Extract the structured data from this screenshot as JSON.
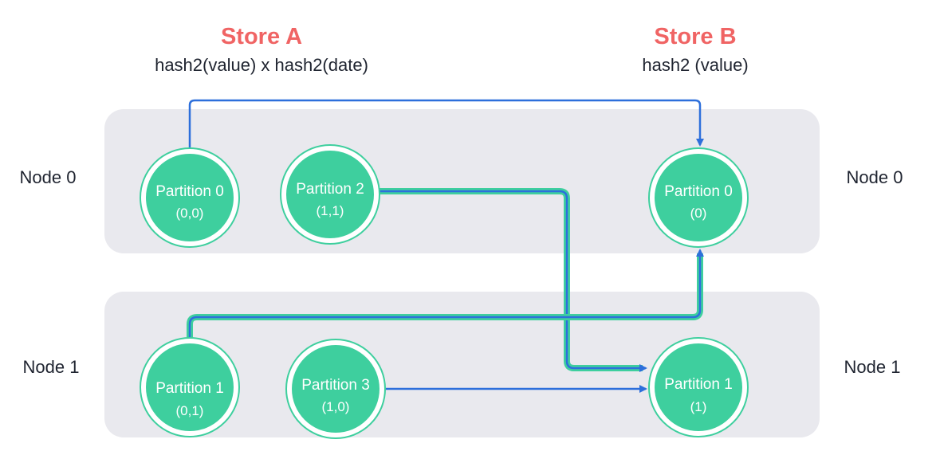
{
  "colors": {
    "title": "#f06464",
    "node_band": "#e9e9ee",
    "partition_fill": "#3ecf9e",
    "partition_ring": "#3ecf9e",
    "arrow_blue": "#2d6fdb",
    "arrow_highlight": "#3ecf9e",
    "text": "#1f2430"
  },
  "stores": [
    {
      "id": "a",
      "title": "Store A",
      "subtitle": "hash2(value) x hash2(date)"
    },
    {
      "id": "b",
      "title": "Store B",
      "subtitle": "hash2 (value)"
    }
  ],
  "nodes": {
    "left": [
      "Node 0",
      "Node 1"
    ],
    "right": [
      "Node 0",
      "Node 1"
    ]
  },
  "partitions": {
    "a": [
      {
        "id": "a0",
        "label": "Partition 0",
        "key": "(0,0)",
        "node": 0
      },
      {
        "id": "a2",
        "label": "Partition 2",
        "key": "(1,1)",
        "node": 0
      },
      {
        "id": "a1",
        "label": "Partition 1",
        "key": "(0,1)",
        "node": 1
      },
      {
        "id": "a3",
        "label": "Partition 3",
        "key": "(1,0)",
        "node": 1
      }
    ],
    "b": [
      {
        "id": "b0",
        "label": "Partition 0",
        "key": "(0)",
        "node": 0
      },
      {
        "id": "b1",
        "label": "Partition 1",
        "key": "(1)",
        "node": 1
      }
    ]
  },
  "flows": [
    {
      "from": "a0",
      "to": "b0",
      "style": "plain"
    },
    {
      "from": "a2",
      "to": "b1",
      "style": "highlight"
    },
    {
      "from": "a1",
      "to": "b0",
      "style": "highlight"
    },
    {
      "from": "a3",
      "to": "b1",
      "style": "plain"
    }
  ]
}
